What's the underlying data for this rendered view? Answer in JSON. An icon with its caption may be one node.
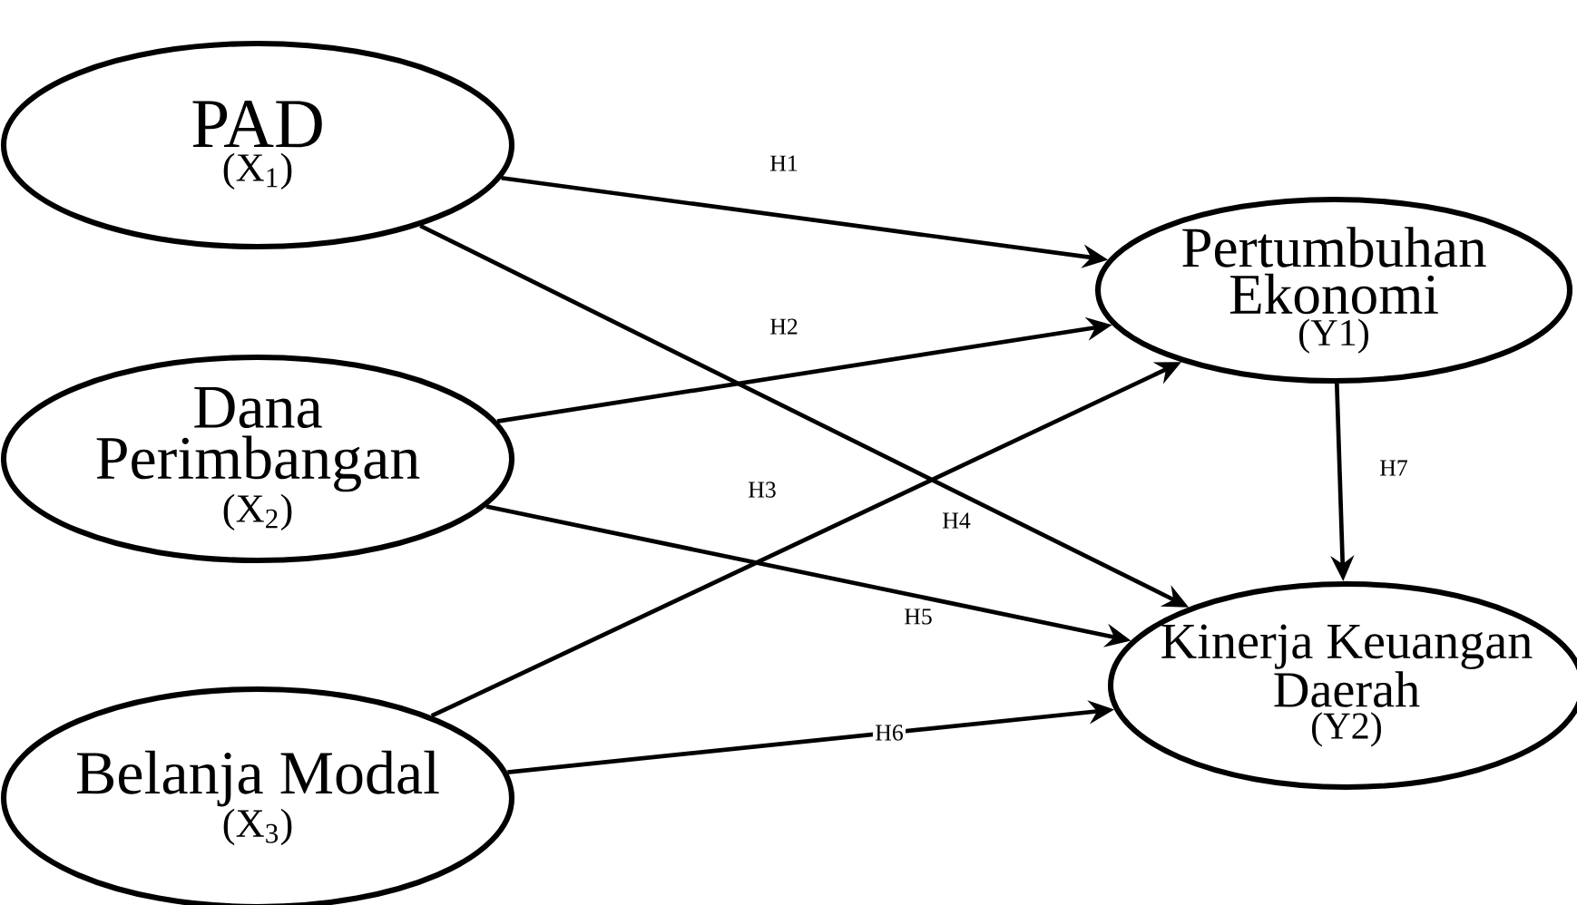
{
  "diagram": {
    "nodes": [
      {
        "text": [
          "PAD",
          "(X$_{1}$)"
        ]
      },
      {
        "text": [
          "Dana Perimbangan",
          "(X$_{2}$)"
        ]
      },
      {
        "text": [
          "Belanja Modal",
          "(X$_{3}$)"
        ]
      },
      {
        "text": [
          "Pertumbuhan Ekonomi",
          "(Y1)"
        ]
      },
      {
        "text": [
          "Kinerja Keuangan Daerah",
          "(Y2)"
        ]
      }
    ],
    "edges": [
      {
        "from": 0,
        "to": 3,
        "arrow": "to",
        "label": "H1"
      },
      {
        "from": 1,
        "to": 3,
        "arrow": "to",
        "label": "H2"
      },
      {
        "from": 2,
        "to": 3,
        "arrow": "to",
        "label": "H3"
      },
      {
        "from": 0,
        "to": 4,
        "arrow": "to",
        "label": "H4"
      },
      {
        "from": 1,
        "to": 4,
        "arrow": "to",
        "label": "H5"
      },
      {
        "from": 2,
        "to": 4,
        "arrow": "to",
        "label": "H6"
      },
      {
        "from": 3,
        "to": 4,
        "arrow": "to",
        "label": "H7"
      }
    ]
  }
}
